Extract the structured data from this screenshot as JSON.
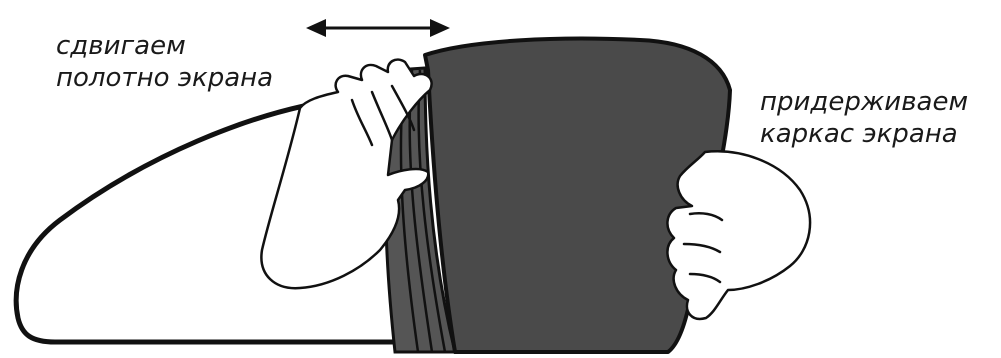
{
  "labels": {
    "left_line1": "сдвигаем",
    "left_line2": "полотно экрана",
    "right_line1": "придерживаем",
    "right_line2": "каркас экрана"
  },
  "colors": {
    "screen_fill": "#4a4a4a",
    "screen_edge": "#2e2e2e",
    "stroke": "#111111",
    "hand_fill": "#ffffff",
    "background": "#ffffff"
  },
  "icons": {
    "arrow": "double-headed-horizontal-arrow",
    "hand_left": "hand-pushing-screen",
    "hand_right": "hand-holding-frame"
  }
}
